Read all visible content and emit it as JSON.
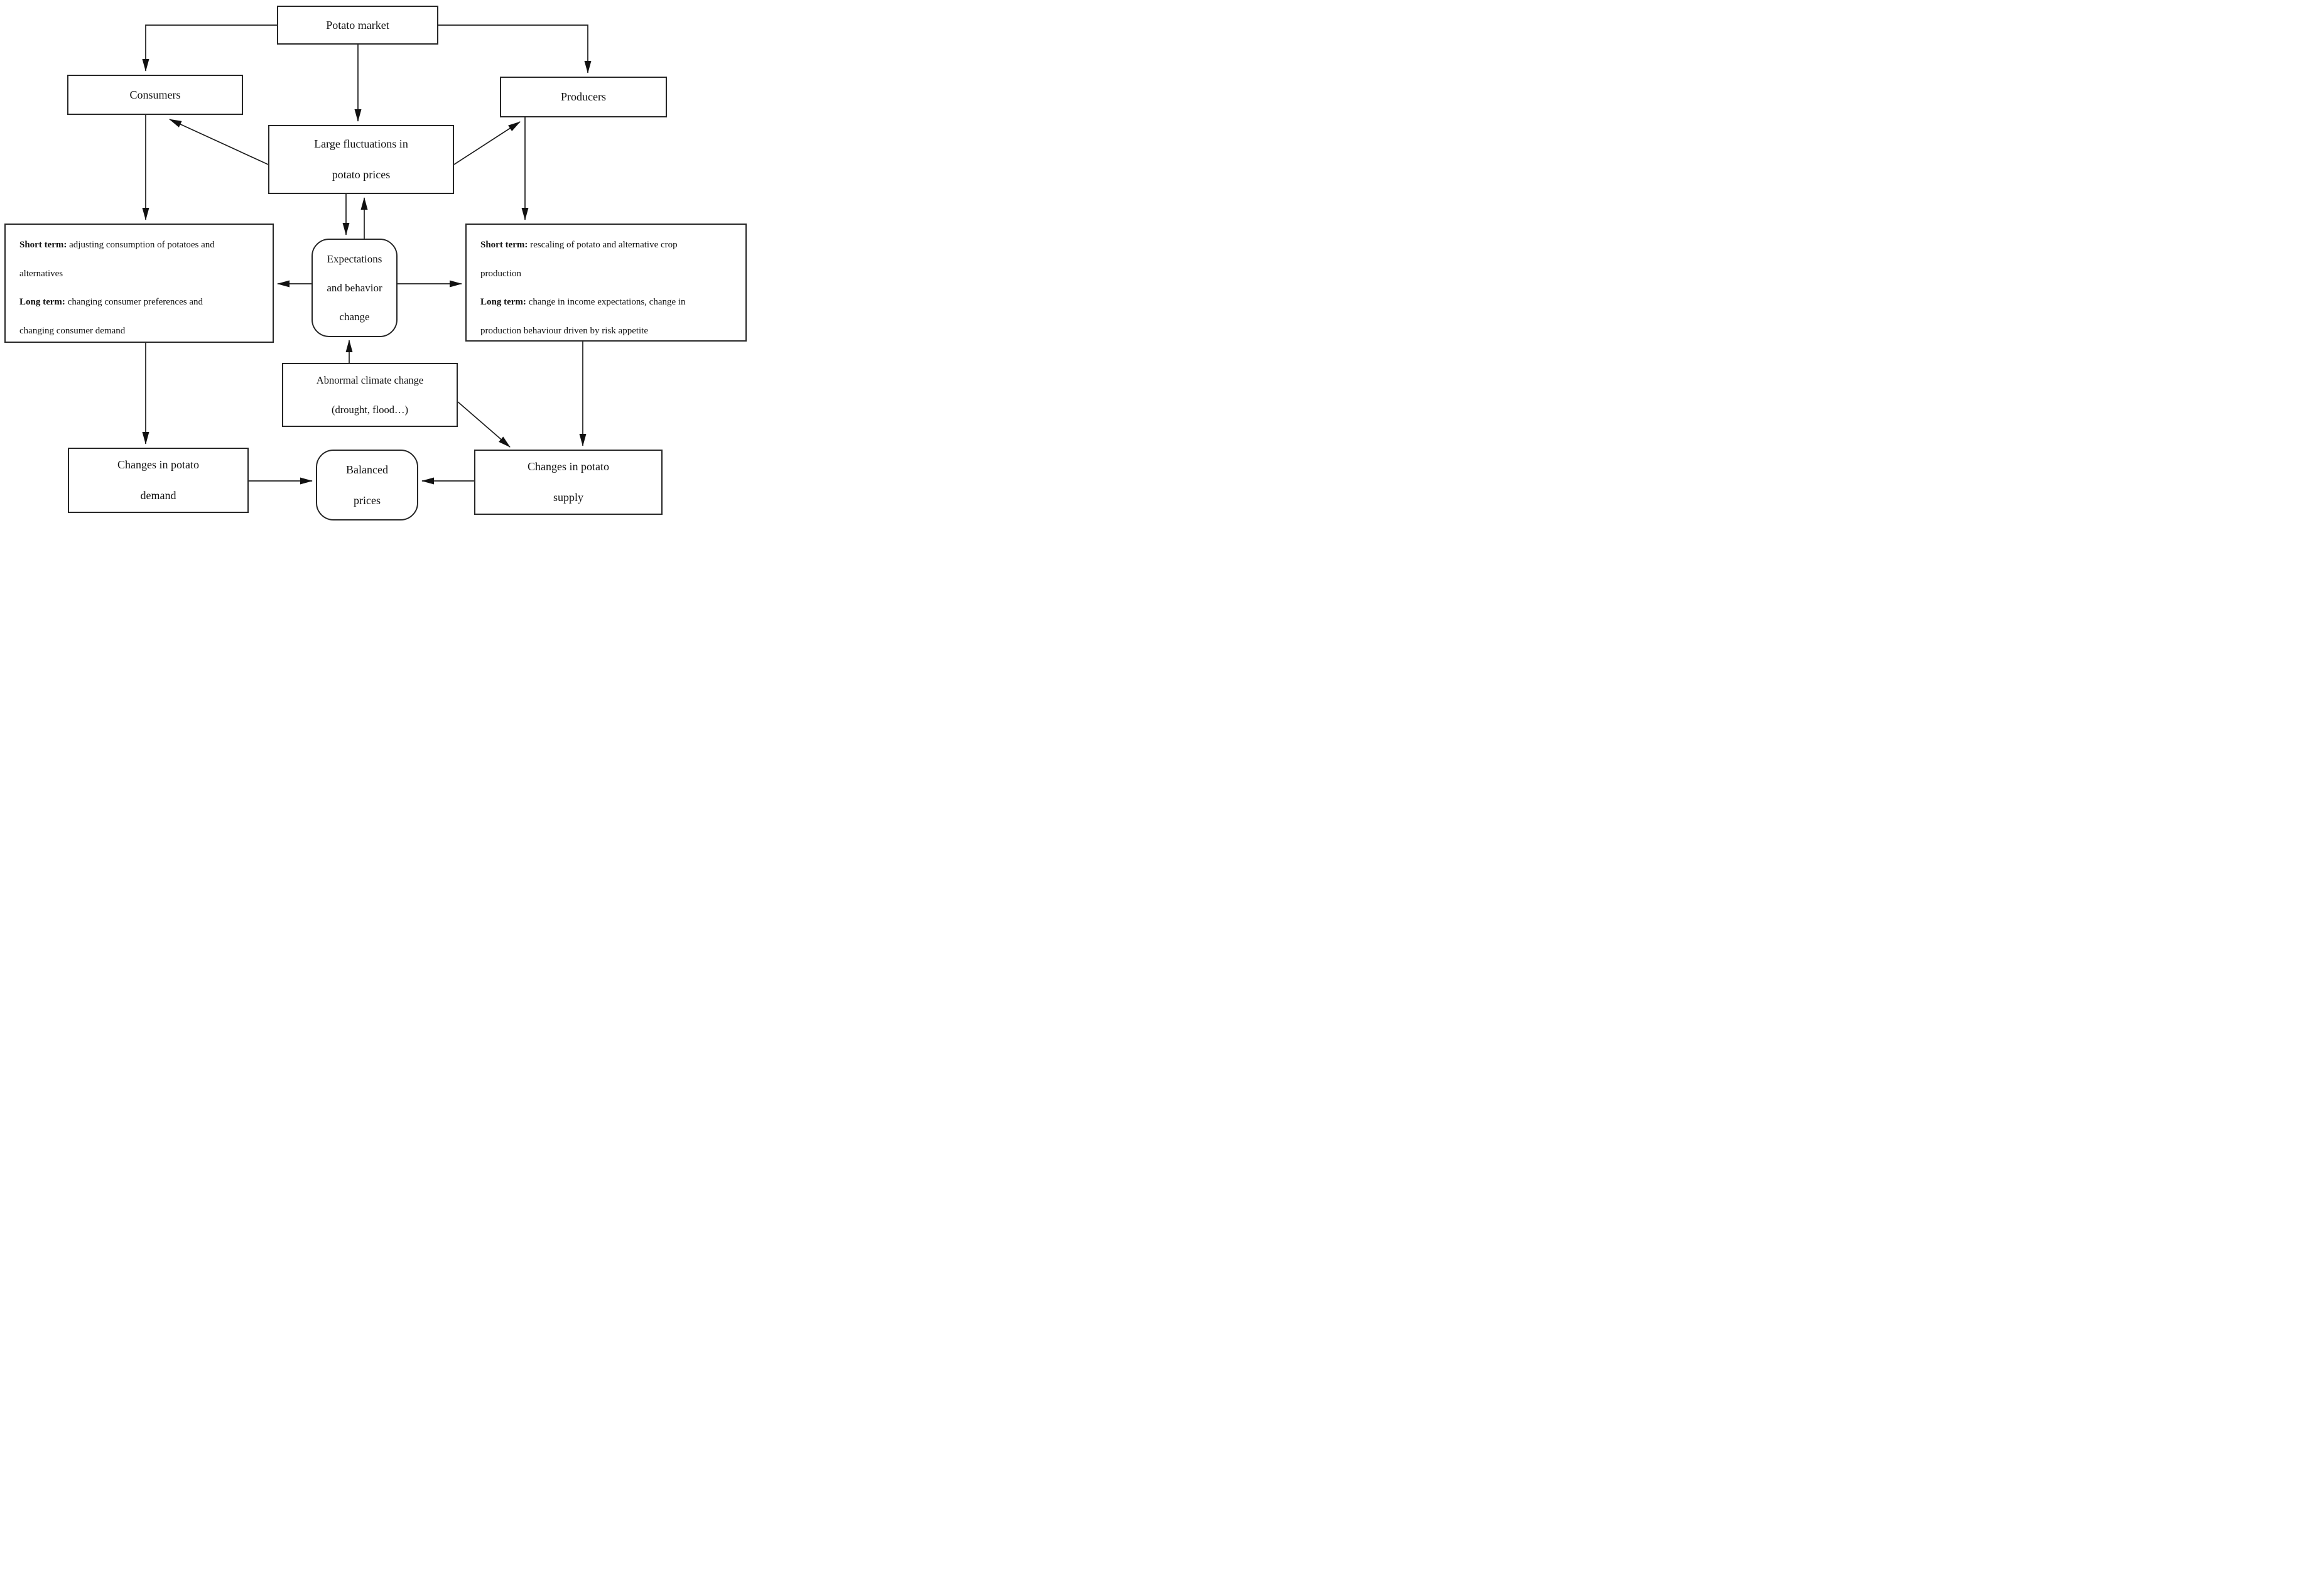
{
  "figure": {
    "title": "Potato market flow diagram",
    "ink_color": "#1c1c1c",
    "background_color": "#ffffff"
  },
  "nodes": {
    "potato_market": {
      "label": "Potato market"
    },
    "consumers": {
      "label": "Consumers"
    },
    "producers": {
      "label": "Producers"
    },
    "price_fluctuations": {
      "line1": "Large fluctuations in",
      "line2": "potato prices"
    },
    "expectations": {
      "line1": "Expectations",
      "line2": "and behavior",
      "line3": "change"
    },
    "consumer_effects": {
      "lines": [
        {
          "bold": "Short term:",
          "text": " adjusting consumption of potatoes and"
        },
        {
          "bold": "",
          "text": "alternatives"
        },
        {
          "bold": "Long term:",
          "text": " changing consumer preferences and"
        },
        {
          "bold": "",
          "text": "changing consumer demand"
        }
      ]
    },
    "producer_effects": {
      "lines": [
        {
          "bold": "Short term:",
          "text": " rescaling of potato and alternative crop"
        },
        {
          "bold": "",
          "text": "production"
        },
        {
          "bold": "Long term:",
          "text": " change in income expectations, change in"
        },
        {
          "bold": "",
          "text": "production behaviour driven by risk appetite"
        }
      ]
    },
    "climate": {
      "line1": "Abnormal climate change",
      "line2": "(drought, flood…)"
    },
    "demand": {
      "line1": "Changes in potato",
      "line2": "demand"
    },
    "balanced": {
      "line1": "Balanced",
      "line2": "prices"
    },
    "supply": {
      "line1": "Changes in potato",
      "line2": "supply"
    }
  }
}
